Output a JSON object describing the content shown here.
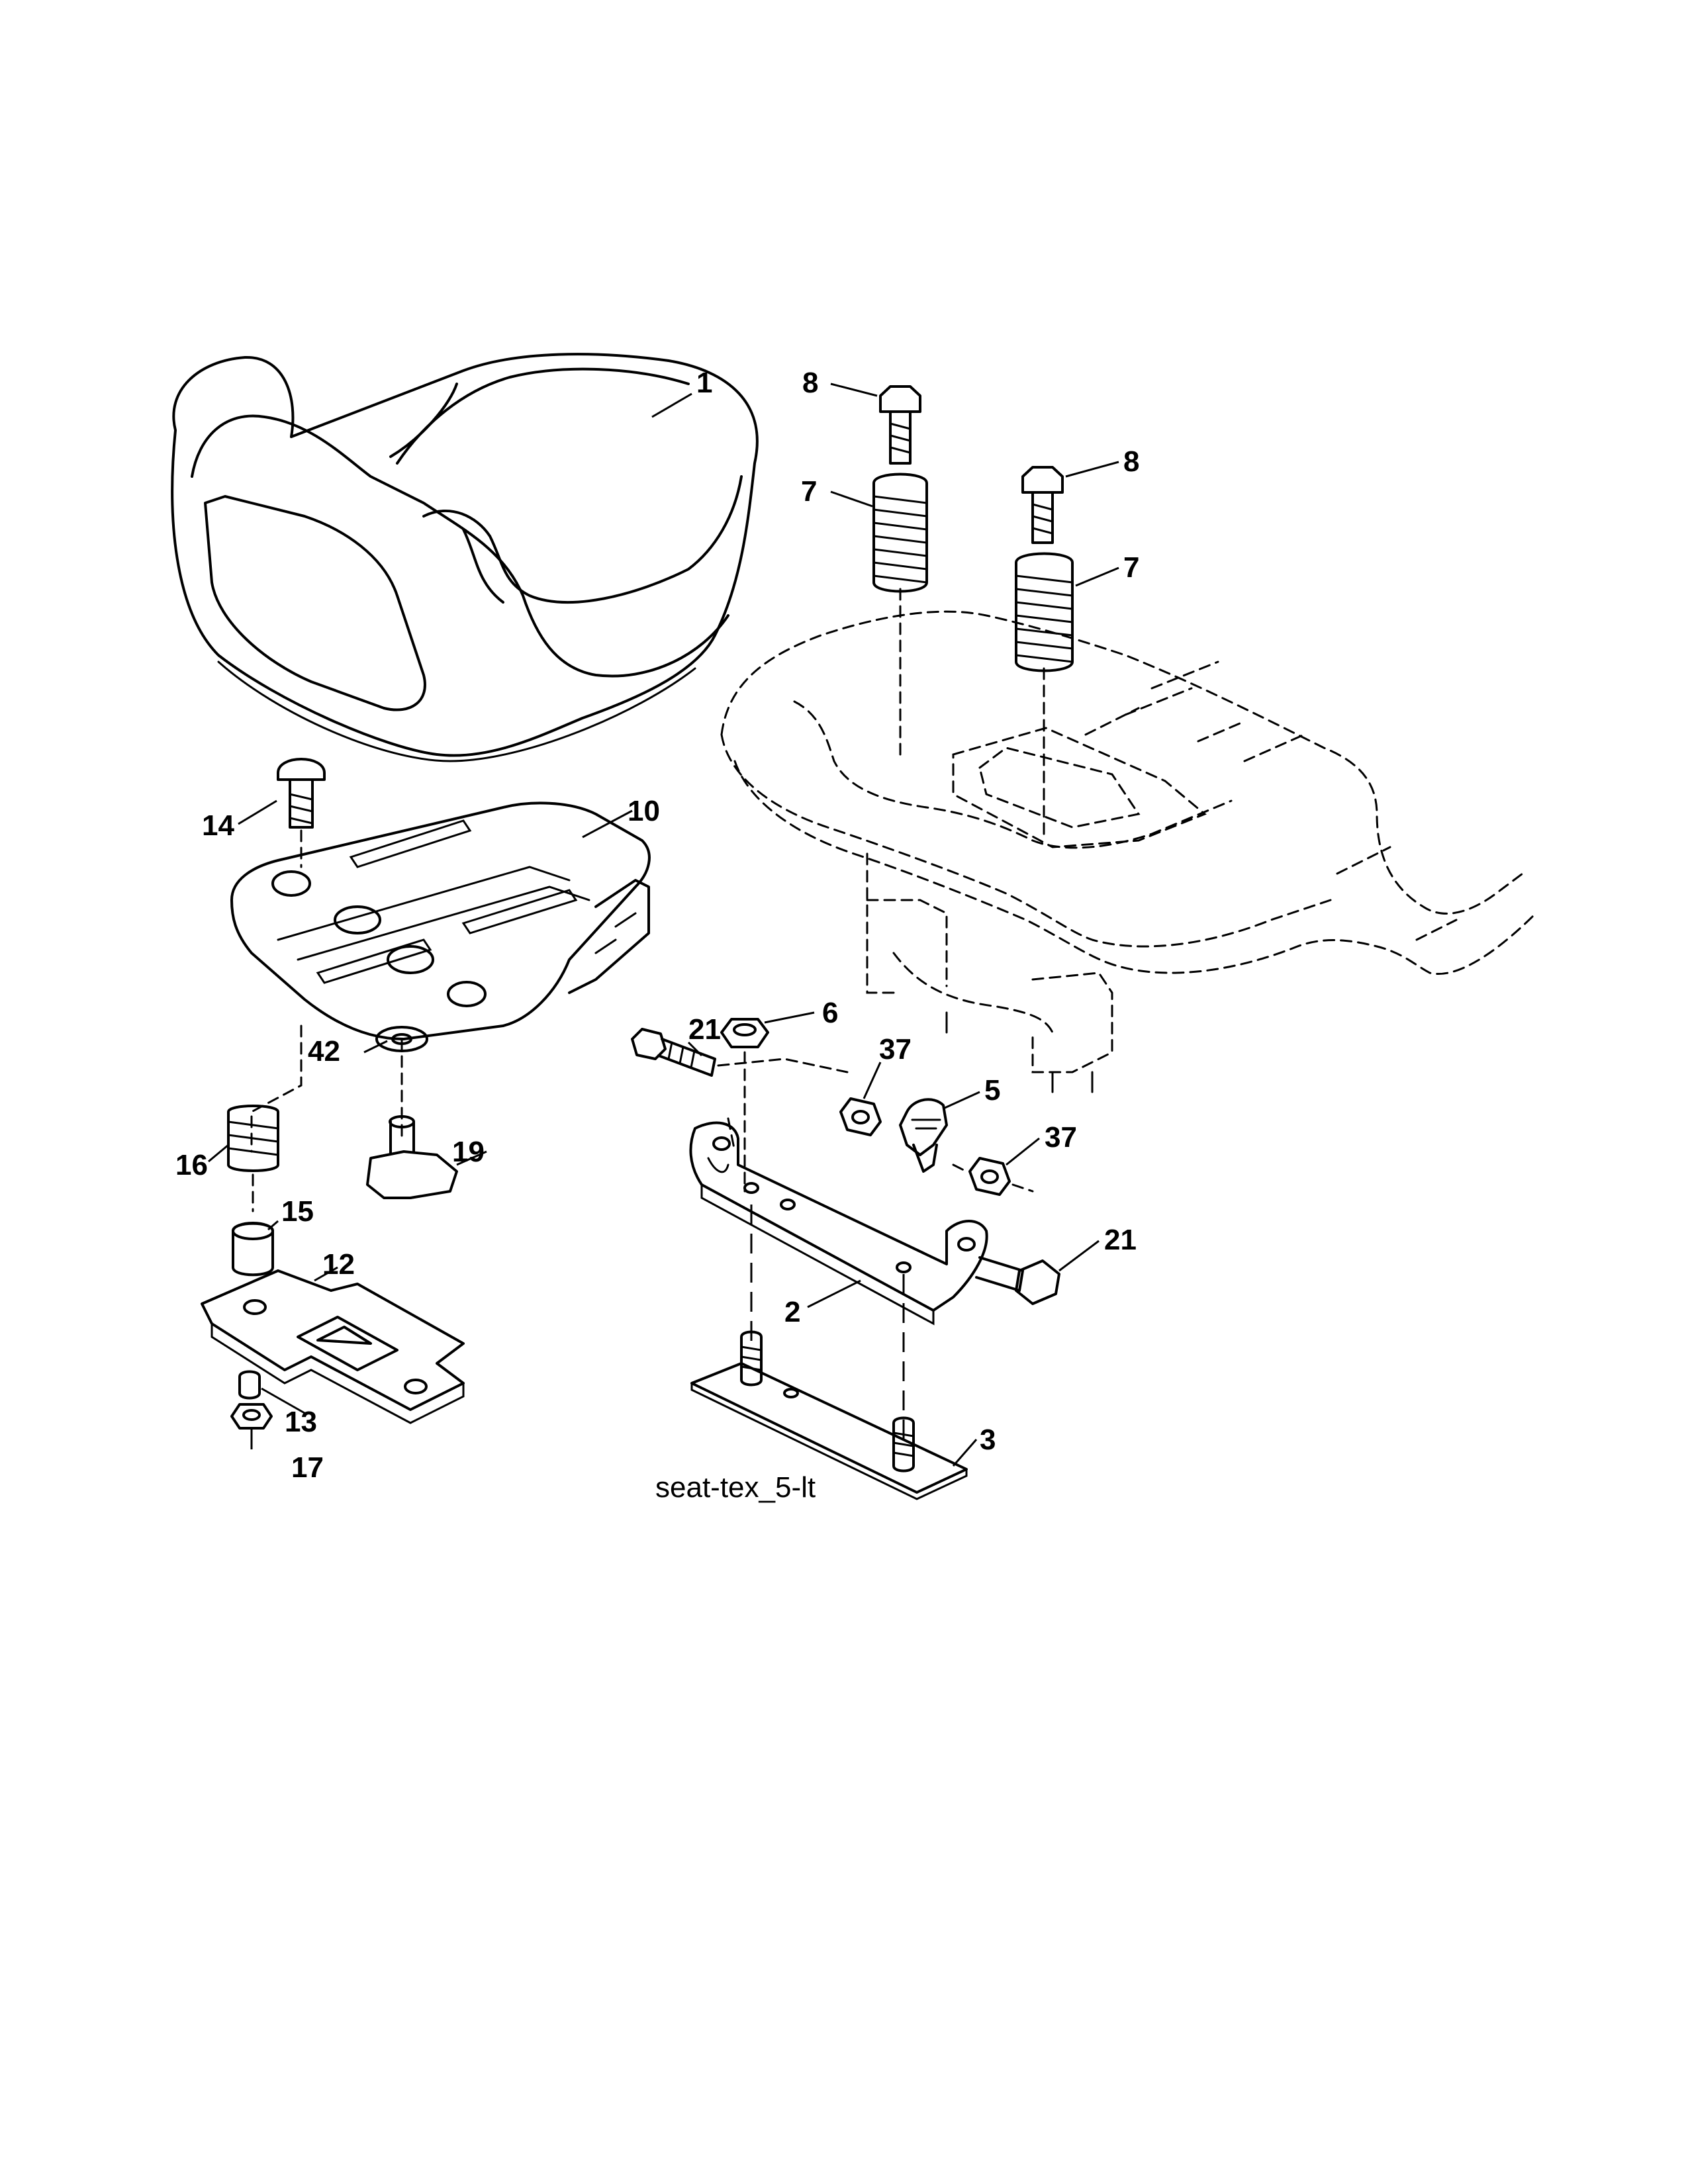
{
  "caption": "seat-tex_5-lt",
  "callouts": {
    "seat": "1",
    "bracket": "2",
    "mount_plate": "3",
    "switch": "5",
    "nut_top": "6",
    "spring_left": "7",
    "spring_right": "7",
    "bolt_left": "8",
    "bolt_right": "8",
    "seat_pan": "10",
    "slide_plate": "12",
    "bushing_small": "13",
    "carriage_bolt": "14",
    "spacer": "15",
    "spring_small": "16",
    "locknut": "17",
    "knob": "19",
    "bolt_bracket_left": "21",
    "bolt_bracket_right": "21",
    "nut_37_left": "37",
    "nut_37_right": "37",
    "washer": "42"
  }
}
